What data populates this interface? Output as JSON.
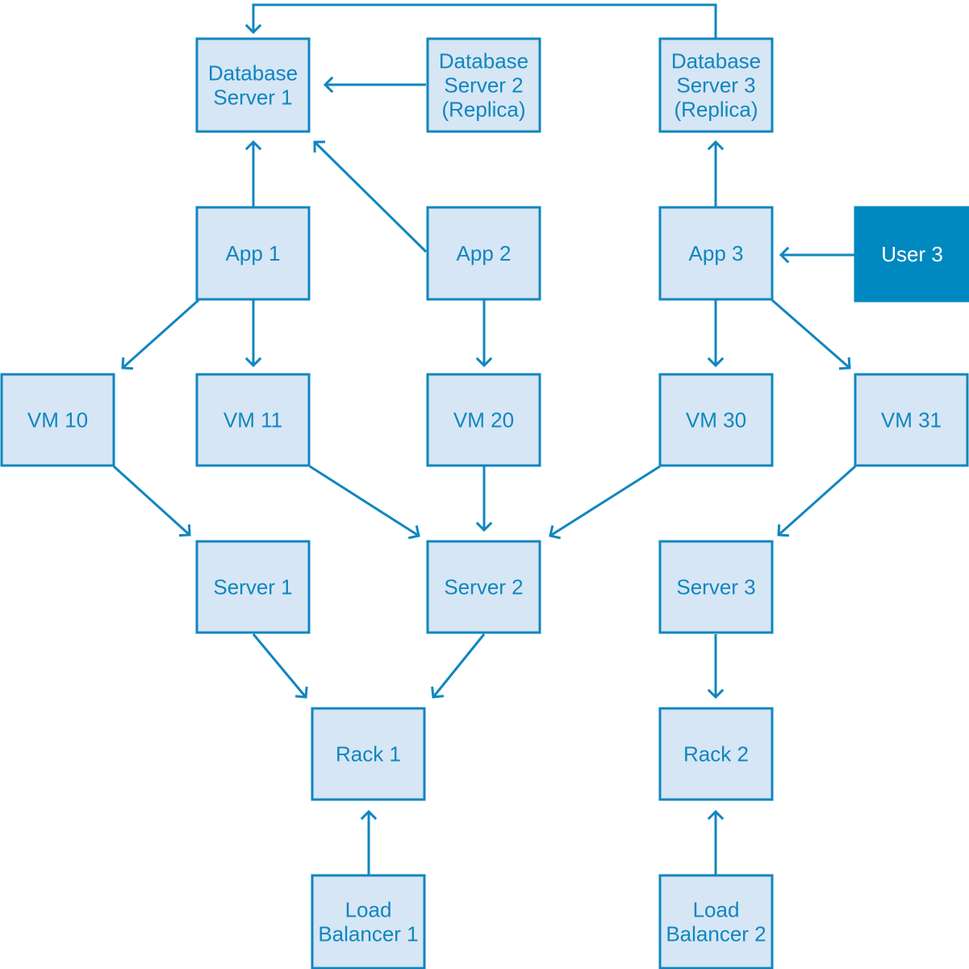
{
  "colors": {
    "box_fill": "#d6e6f5",
    "box_stroke": "#1186bf",
    "line": "#1186bf",
    "label": "#1186bf",
    "user_fill": "#0088c0",
    "user_label": "#ffffff"
  },
  "nodes": [
    {
      "id": "db1",
      "lines": [
        "Database",
        "Server 1"
      ]
    },
    {
      "id": "db2",
      "lines": [
        "Database",
        "Server 2",
        "(Replica)"
      ]
    },
    {
      "id": "db3",
      "lines": [
        "Database",
        "Server 3",
        "(Replica)"
      ]
    },
    {
      "id": "app1",
      "lines": [
        "App 1"
      ]
    },
    {
      "id": "app2",
      "lines": [
        "App 2"
      ]
    },
    {
      "id": "app3",
      "lines": [
        "App 3"
      ]
    },
    {
      "id": "user3",
      "lines": [
        "User 3"
      ]
    },
    {
      "id": "vm10",
      "lines": [
        "VM 10"
      ]
    },
    {
      "id": "vm11",
      "lines": [
        "VM 11"
      ]
    },
    {
      "id": "vm20",
      "lines": [
        "VM 20"
      ]
    },
    {
      "id": "vm30",
      "lines": [
        "VM 30"
      ]
    },
    {
      "id": "vm31",
      "lines": [
        "VM 31"
      ]
    },
    {
      "id": "server1",
      "lines": [
        "Server 1"
      ]
    },
    {
      "id": "server2",
      "lines": [
        "Server 2"
      ]
    },
    {
      "id": "server3",
      "lines": [
        "Server 3"
      ]
    },
    {
      "id": "rack1",
      "lines": [
        "Rack 1"
      ]
    },
    {
      "id": "rack2",
      "lines": [
        "Rack 2"
      ]
    },
    {
      "id": "lb1",
      "lines": [
        "Load",
        "Balancer 1"
      ]
    },
    {
      "id": "lb2",
      "lines": [
        "Load",
        "Balancer 2"
      ]
    }
  ],
  "edges": [
    {
      "from": "db3",
      "to": "db1"
    },
    {
      "from": "db2",
      "to": "db1"
    },
    {
      "from": "app1",
      "to": "db1"
    },
    {
      "from": "app2",
      "to": "db1"
    },
    {
      "from": "app3",
      "to": "db3"
    },
    {
      "from": "user3",
      "to": "app3"
    },
    {
      "from": "app1",
      "to": "vm10"
    },
    {
      "from": "app1",
      "to": "vm11"
    },
    {
      "from": "app2",
      "to": "vm20"
    },
    {
      "from": "app3",
      "to": "vm30"
    },
    {
      "from": "app3",
      "to": "vm31"
    },
    {
      "from": "vm10",
      "to": "server1"
    },
    {
      "from": "vm11",
      "to": "server2"
    },
    {
      "from": "vm20",
      "to": "server2"
    },
    {
      "from": "vm30",
      "to": "server2"
    },
    {
      "from": "vm31",
      "to": "server3"
    },
    {
      "from": "server1",
      "to": "rack1"
    },
    {
      "from": "server2",
      "to": "rack1"
    },
    {
      "from": "server3",
      "to": "rack2"
    },
    {
      "from": "lb1",
      "to": "rack1"
    },
    {
      "from": "lb2",
      "to": "rack2"
    }
  ]
}
